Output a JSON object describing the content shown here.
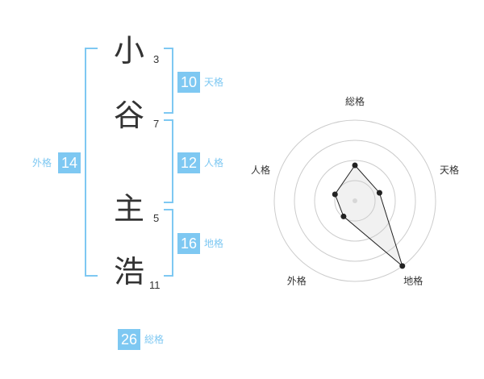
{
  "name": {
    "chars": [
      {
        "char": "小",
        "strokes": "3"
      },
      {
        "char": "谷",
        "strokes": "7"
      },
      {
        "char": "主",
        "strokes": "5"
      },
      {
        "char": "浩",
        "strokes": "11"
      }
    ]
  },
  "kakusu": {
    "tenkaku": {
      "value": "10",
      "label": "天格"
    },
    "jinkaku": {
      "value": "12",
      "label": "人格"
    },
    "chikaku": {
      "value": "16",
      "label": "地格"
    },
    "gaikaku": {
      "value": "14",
      "label": "外格"
    },
    "soukaku": {
      "value": "26",
      "label": "総格"
    }
  },
  "chart_data": {
    "type": "radar",
    "axes": [
      "総格",
      "天格",
      "地格",
      "外格",
      "人格"
    ],
    "values": [
      2.2,
      1.6,
      5.0,
      1.2,
      1.3
    ],
    "rmax": 5,
    "rings": 4,
    "colors": {
      "line": "#222222",
      "grid": "#cccccc",
      "center": "#dddddd"
    }
  }
}
